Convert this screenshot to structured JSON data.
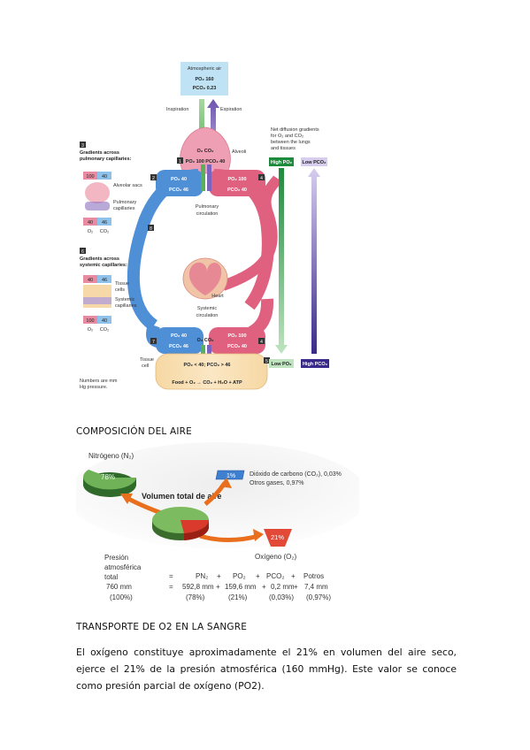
{
  "circulation": {
    "atmospheric_title": "Atmospheric air",
    "atm_po2": "PO₂ 160",
    "atm_pco2": "PCO₂ 0.23",
    "inspiration": "Inspiration",
    "expiration": "Expiration",
    "alveoli": "Alveoli",
    "alveoli_gases": "O₂ CO₂",
    "alveoli_partial": "PO₂ 100 PCO₂ 40",
    "net_diffusion": [
      "Net diffusion gradients",
      "for O₂ and CO₂",
      "between the lungs",
      "and tissues"
    ],
    "high_po2": "High PO₂",
    "low_pco2": "Low PCO₂",
    "low_po2": "Low PO₂",
    "high_pco2": "High PCO₂",
    "gradients_pulmonary": [
      "Gradients across",
      "pulmonary capillaries:"
    ],
    "alveolar_sacs": "Alveolar sacs",
    "pulmonary_capillaries": [
      "Pulmonary",
      "capillaries"
    ],
    "top_pulm_values": [
      "100",
      "40"
    ],
    "bottom_pulm_values": [
      "40",
      "46"
    ],
    "o2": "O₂",
    "co2": "CO₂",
    "gradients_systemic": [
      "Gradients across",
      "systemic capillaries:"
    ],
    "top_sys_values": [
      "40",
      "46"
    ],
    "tissue_cells": [
      "Tissue",
      "cells"
    ],
    "systemic_capillaries": [
      "Systemic",
      "capillaries"
    ],
    "bottom_sys_values": [
      "100",
      "40"
    ],
    "pulmonary_circulation": [
      "Pulmonary",
      "circulation"
    ],
    "systemic_circulation": [
      "Systemic",
      "circulation"
    ],
    "heart": "Heart",
    "left_po2_top": "PO₂ 40",
    "left_pco2_top": "PCO₂ 46",
    "right_po2_top": "PO₂ 100",
    "right_pco2_top": "PCO₂ 40",
    "left_po2_bottom": "PO₂ 40",
    "left_pco2_bottom": "PCO₂ 46",
    "right_po2_bottom": "PO₂ 100",
    "right_pco2_bottom": "PCO₂ 40",
    "bottom_gases": "O₂ CO₂",
    "tissue_cell": [
      "Tissue",
      "cell"
    ],
    "tissue_partial": "PO₂ < 40; PCO₂ > 46",
    "tissue_equation": "Food + O₂ → CO₂ + H₂O + ATP",
    "numbers_note": [
      "Numbers are mm",
      "Hg pressure."
    ],
    "step_numbers": [
      "1",
      "2",
      "3",
      "4",
      "5",
      "6",
      "7",
      "8"
    ]
  },
  "section1_title": "COMPOSICIÓN DEL AIRE",
  "air": {
    "nitrogen_label": "Nitrógeno (N₂)",
    "nitrogen_pct": "78%",
    "total_label": "Volumen total de aire",
    "co2_pct": "1%",
    "co2_label": "Dióxido de carbono (CO₂), 0,03%",
    "other_label": "Otros gases, 0,97%",
    "oxygen_pct": "21%",
    "oxygen_label": "Oxígeno (O₂)",
    "pressure_labels": [
      "Presión",
      "atmosférica",
      "total"
    ],
    "row1": [
      "=",
      "PN₂",
      "+",
      "PO₂",
      "+",
      "PCO₂",
      "+",
      "Potros"
    ],
    "row2": [
      "760 mm",
      "=",
      "592,8 mm",
      "+",
      "159,6 mm",
      "+",
      "0,2 mm",
      "+",
      "7,4 mm"
    ],
    "row3": [
      "(100%)",
      "(78%)",
      "(21%)",
      "(0,03%)",
      "(0,97%)"
    ]
  },
  "section2_title": "TRANSPORTE DE O2 EN LA SANGRE",
  "paragraph": "El oxígeno constituye aproximadamente el 21% en volumen del aire seco, ejerce el 21% de la presión atmosférica (160 mmHg). Este valor se conoce como presión parcial de oxígeno (PO2)."
}
